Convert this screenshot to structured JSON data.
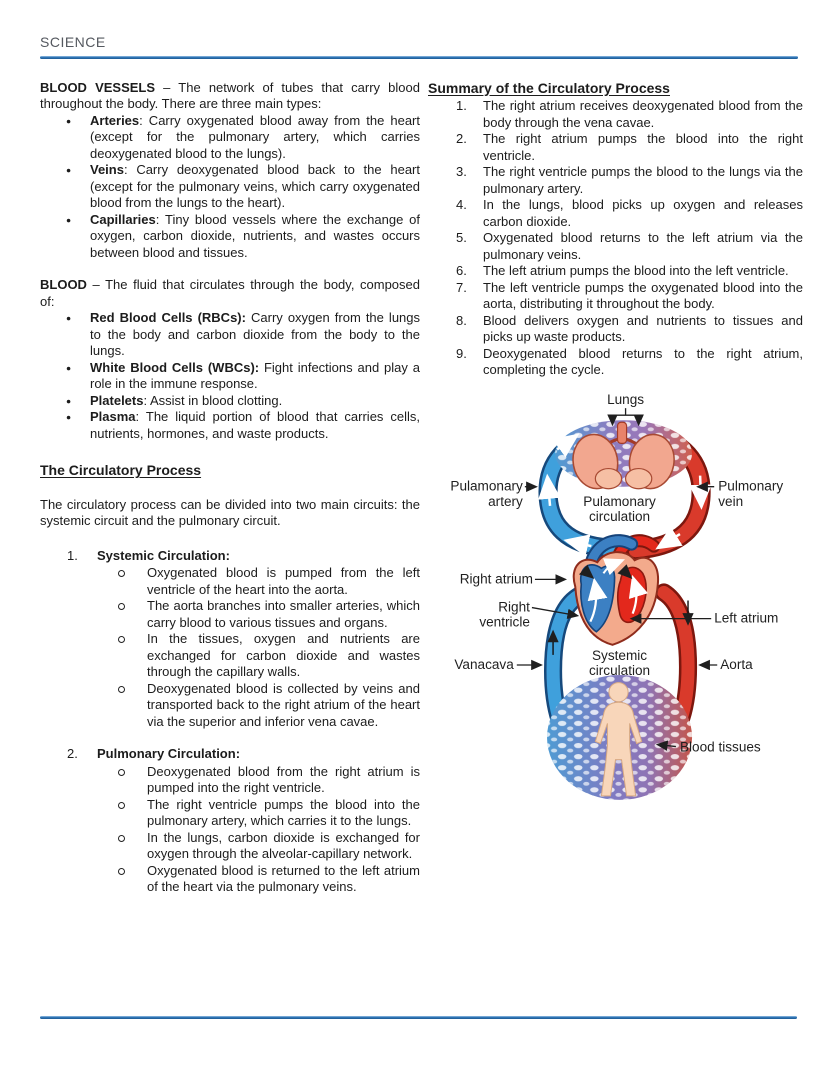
{
  "header": {
    "title": "SCIENCE"
  },
  "colors": {
    "accent_blue": "#2E74B5",
    "text": "#1C1C1C",
    "header_gray": "#54585F",
    "vessel_blue": "#3FA0DC",
    "vessel_blue_dark": "#16497C",
    "vessel_red": "#D93A2B",
    "vessel_red_dark": "#7D170E",
    "heart_blue": "#3C80C3",
    "heart_red": "#E3281C",
    "lungs_pink": "#F2A78F",
    "skin": "#F8D6BA",
    "capillary_purple": "#8B7DC0"
  },
  "left_column": {
    "blood_vessels": {
      "lead_term": "BLOOD VESSELS",
      "lead_rest": " – The network of tubes that carry blood throughout the body. There are three main types:",
      "bullets": [
        {
          "term": "Arteries",
          "rest": ": Carry oxygenated blood away from the heart (except for the pulmonary artery, which carries deoxygenated blood to the lungs)."
        },
        {
          "term": "Veins",
          "rest": ": Carry deoxygenated blood back to the heart (except for the pulmonary veins, which carry oxygenated blood from the lungs to the heart)."
        },
        {
          "term": "Capillaries",
          "rest": ": Tiny blood vessels where the exchange of oxygen, carbon dioxide, nutrients, and wastes occurs between blood and tissues."
        }
      ]
    },
    "blood": {
      "lead_term": "BLOOD",
      "lead_rest": " – The fluid that circulates through the body, composed of:",
      "bullets": [
        {
          "term": "Red Blood Cells (RBCs):",
          "rest": " Carry oxygen from the lungs to the body and carbon dioxide from the body to the lungs."
        },
        {
          "term": "White Blood Cells (WBCs):",
          "rest": " Fight infections and play a role in the immune response."
        },
        {
          "term": "Platelets",
          "rest": ": Assist in blood clotting."
        },
        {
          "term": "Plasma",
          "rest": ": The liquid portion of blood that carries cells, nutrients, hormones, and waste products."
        }
      ]
    },
    "circulatory": {
      "heading": "The Circulatory Process",
      "intro": "The circulatory process can be divided into two main circuits: the systemic circuit and the pulmonary circuit.",
      "numbered": [
        {
          "term": "Systemic Circulation:",
          "subs": [
            "Oxygenated blood is pumped from the left ventricle of the heart into the aorta.",
            "The aorta branches into smaller arteries, which carry blood to various tissues and organs.",
            "In the tissues, oxygen and nutrients are exchanged for carbon dioxide and wastes through the capillary walls.",
            "Deoxygenated blood is collected by veins and transported back to the right atrium of the heart via the superior and inferior vena cavae."
          ]
        },
        {
          "term": "Pulmonary Circulation:",
          "subs": [
            "Deoxygenated blood from the right atrium is pumped into the right ventricle.",
            "The right ventricle pumps the blood into the pulmonary artery, which carries it to the lungs.",
            "In the lungs, carbon dioxide is exchanged for oxygen through the alveolar-capillary network.",
            "Oxygenated blood is returned to the left atrium of the heart via the pulmonary veins."
          ]
        }
      ]
    }
  },
  "right_column": {
    "summary": {
      "heading": "Summary of the Circulatory Process",
      "items": [
        "The right atrium receives deoxygenated blood from the body through the vena cavae.",
        "The right atrium pumps the blood into the right ventricle.",
        "The right ventricle pumps the blood to the lungs via the pulmonary artery.",
        "In the lungs, blood picks up oxygen and releases carbon dioxide.",
        "Oxygenated blood returns to the left atrium via the pulmonary veins.",
        "The left atrium pumps the blood into the left ventricle.",
        "The left ventricle pumps the oxygenated blood into the aorta, distributing it throughout the body.",
        "Blood delivers oxygen and nutrients to tissues and picks up waste products.",
        "Deoxygenated blood returns to the right atrium, completing the cycle."
      ]
    },
    "diagram": {
      "lungs": "Lungs",
      "pulmonary_artery_1": "Pulamonary",
      "pulmonary_artery_2": "artery",
      "pulmonary_circulation_1": "Pulamonary",
      "pulmonary_circulation_2": "circulation",
      "pulmonary_vein_1": "Pulmonary",
      "pulmonary_vein_2": "vein",
      "right_atrium": "Right atrium",
      "right_ventricle_1": "Right",
      "right_ventricle_2": "ventricle",
      "left_atrium": "Left atrium",
      "vena_cava": "Vanacava",
      "systemic_circulation_1": "Systemic",
      "systemic_circulation_2": "circulation",
      "aorta": "Aorta",
      "blood_tissues": "Blood tissues"
    }
  }
}
